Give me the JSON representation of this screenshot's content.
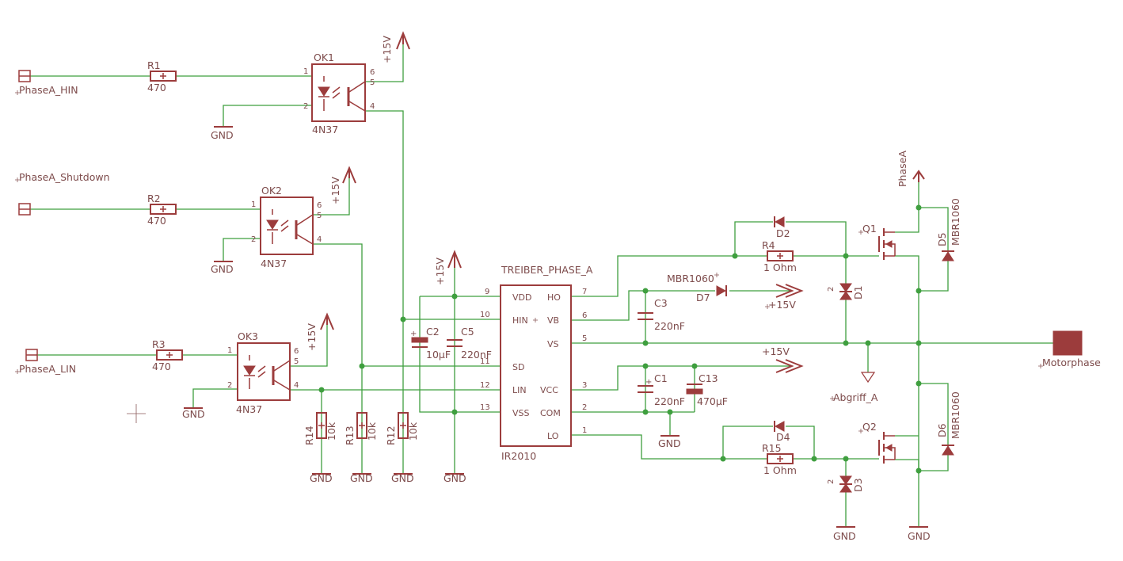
{
  "labels": {
    "phasea_hin": "PhaseA_HIN",
    "phasea_shutdown": "PhaseA_Shutdown",
    "phasea_lin": "PhaseA_LIN",
    "motorphase": "Motorphase",
    "phasea": "PhaseA",
    "abgriff_a": "Abgriff_A",
    "treiber": "TREIBER_PHASE_A"
  },
  "supplies": {
    "p15": "+15V",
    "gnd": "GND"
  },
  "resistors": {
    "r1": {
      "name": "R1",
      "value": "470"
    },
    "r2": {
      "name": "R2",
      "value": "470"
    },
    "r3": {
      "name": "R3",
      "value": "470"
    },
    "r4": {
      "name": "R4",
      "value": "1 Ohm"
    },
    "r15": {
      "name": "R15",
      "value": "1 Ohm"
    },
    "r12": {
      "name": "R12",
      "value": "10k"
    },
    "r13": {
      "name": "R13",
      "value": "10k"
    },
    "r14": {
      "name": "R14",
      "value": "10k"
    }
  },
  "optocouplers": {
    "ok1": {
      "name": "OK1",
      "value": "4N37"
    },
    "ok2": {
      "name": "OK2",
      "value": "4N37"
    },
    "ok3": {
      "name": "OK3",
      "value": "4N37"
    },
    "pins": [
      "1",
      "2",
      "4",
      "5",
      "6"
    ]
  },
  "capacitors": {
    "c1": {
      "name": "C1",
      "value": "220nF"
    },
    "c2": {
      "name": "C2",
      "value": "10µF"
    },
    "c3": {
      "name": "C3",
      "value": "220nF"
    },
    "c5": {
      "name": "C5",
      "value": "220nF"
    },
    "c13": {
      "name": "C13",
      "value": "470µF"
    }
  },
  "diodes": {
    "d1": {
      "name": "D1",
      "pin": "2"
    },
    "d2": {
      "name": "D2"
    },
    "d3": {
      "name": "D3",
      "pin": "2"
    },
    "d4": {
      "name": "D4"
    },
    "d5": {
      "name": "D5",
      "value": "MBR1060"
    },
    "d6": {
      "name": "D6",
      "value": "MBR1060"
    },
    "d7": {
      "name": "D7",
      "value": "MBR1060"
    }
  },
  "transistors": {
    "q1": "Q1",
    "q2": "Q2"
  },
  "driver_ic": {
    "name": "IR2010",
    "left_pins": [
      {
        "num": "9",
        "name": "VDD"
      },
      {
        "num": "10",
        "name": "HIN"
      },
      {
        "num": "11",
        "name": "SD"
      },
      {
        "num": "12",
        "name": "LIN"
      },
      {
        "num": "13",
        "name": "VSS"
      }
    ],
    "right_pins": [
      {
        "num": "7",
        "name": "HO"
      },
      {
        "num": "6",
        "name": "VB"
      },
      {
        "num": "5",
        "name": "VS"
      },
      {
        "num": "3",
        "name": "VCC"
      },
      {
        "num": "2",
        "name": "COM"
      },
      {
        "num": "1",
        "name": "LO"
      }
    ]
  },
  "colors": {
    "wire": "#3f9f3f",
    "component": "#9c3c3c",
    "text": "#7d4b4b"
  }
}
